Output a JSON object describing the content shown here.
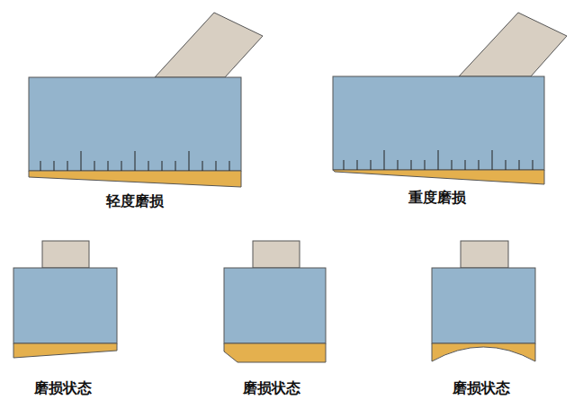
{
  "diagram": {
    "labels": [
      "轻度磨损",
      "重度磨损",
      "磨损状态",
      "磨损状态",
      "磨损状态"
    ]
  }
}
